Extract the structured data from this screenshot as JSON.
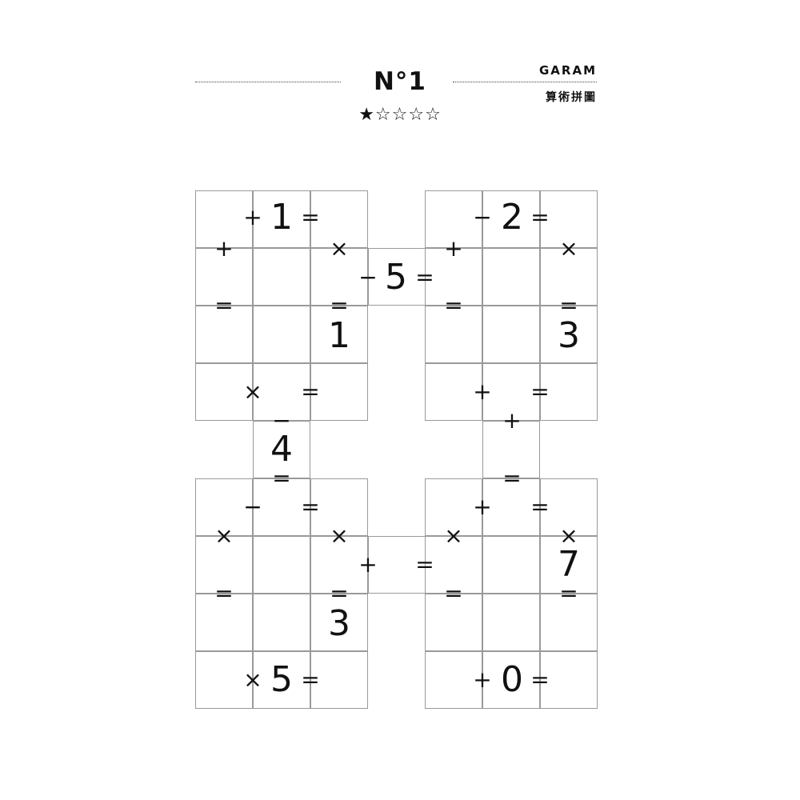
{
  "header": {
    "title": "N°1",
    "difficulty": "★☆☆☆☆",
    "brand": "GARAM",
    "subtitle": "算術拼圖"
  },
  "puzzle": {
    "empty_cells": "all",
    "symbols": [
      {
        "k": "o1",
        "v": "+"
      },
      {
        "k": "n1",
        "v": "1"
      },
      {
        "k": "o2",
        "v": "="
      },
      {
        "k": "o3",
        "v": "+"
      },
      {
        "k": "o4",
        "v": "×"
      },
      {
        "k": "o5",
        "v": "="
      },
      {
        "k": "o6",
        "v": "="
      },
      {
        "k": "n2",
        "v": "1"
      },
      {
        "k": "o7",
        "v": "×"
      },
      {
        "k": "o8",
        "v": "="
      },
      {
        "k": "o9",
        "v": "−"
      },
      {
        "k": "n3",
        "v": "5"
      },
      {
        "k": "o10",
        "v": "="
      },
      {
        "k": "o11",
        "v": "−"
      },
      {
        "k": "n4",
        "v": "2"
      },
      {
        "k": "o12",
        "v": "="
      },
      {
        "k": "o13",
        "v": "+"
      },
      {
        "k": "o14",
        "v": "×"
      },
      {
        "k": "o15",
        "v": "="
      },
      {
        "k": "o16",
        "v": "="
      },
      {
        "k": "n5",
        "v": "3"
      },
      {
        "k": "o17",
        "v": "+"
      },
      {
        "k": "o18",
        "v": "="
      },
      {
        "k": "o19",
        "v": "−"
      },
      {
        "k": "n6",
        "v": "4"
      },
      {
        "k": "o20",
        "v": "="
      },
      {
        "k": "o21",
        "v": "+"
      },
      {
        "k": "o22",
        "v": "="
      },
      {
        "k": "o23",
        "v": "−"
      },
      {
        "k": "o24",
        "v": "="
      },
      {
        "k": "o25",
        "v": "×"
      },
      {
        "k": "o26",
        "v": "×"
      },
      {
        "k": "o27",
        "v": "="
      },
      {
        "k": "o28",
        "v": "="
      },
      {
        "k": "n7",
        "v": "3"
      },
      {
        "k": "o29",
        "v": "×"
      },
      {
        "k": "n8",
        "v": "5"
      },
      {
        "k": "o30",
        "v": "="
      },
      {
        "k": "o31",
        "v": "+"
      },
      {
        "k": "o32",
        "v": "="
      },
      {
        "k": "o33",
        "v": "+"
      },
      {
        "k": "o34",
        "v": "="
      },
      {
        "k": "o35",
        "v": "×"
      },
      {
        "k": "o36",
        "v": "×"
      },
      {
        "k": "o37",
        "v": "="
      },
      {
        "k": "n9",
        "v": "7"
      },
      {
        "k": "o38",
        "v": "="
      },
      {
        "k": "o39",
        "v": "+"
      },
      {
        "k": "n10",
        "v": "0"
      },
      {
        "k": "o40",
        "v": "="
      }
    ]
  }
}
